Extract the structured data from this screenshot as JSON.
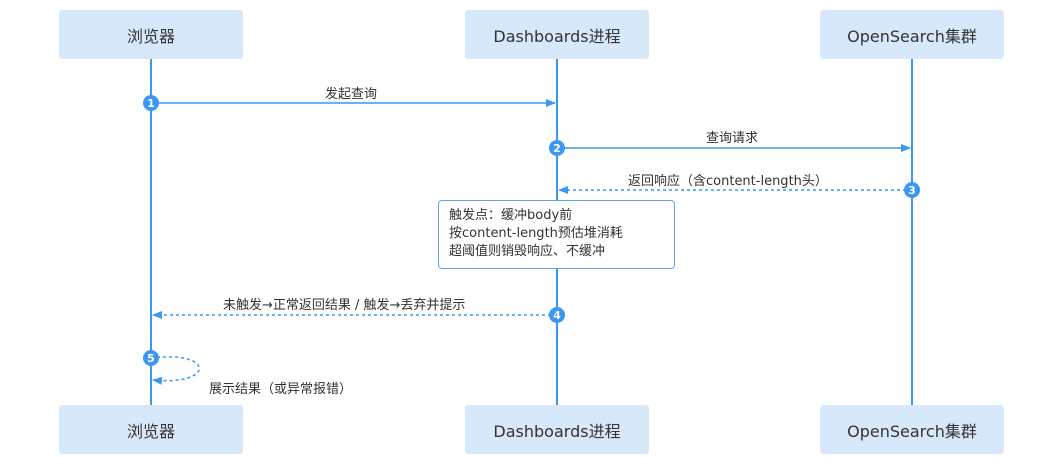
{
  "actors": {
    "browser": "浏览器",
    "dashboards": "Dashboards进程",
    "opensearch": "OpenSearch集群"
  },
  "messages": [
    {
      "step": "1",
      "label": "发起查询"
    },
    {
      "step": "2",
      "label": "查询请求"
    },
    {
      "step": "3",
      "label": "返回响应（含content-length头）"
    },
    {
      "step": "4",
      "label": "未触发→正常返回结果 / 触发→丢弃并提示"
    },
    {
      "step": "5",
      "label": "展示结果（或异常报错）"
    }
  ],
  "note": {
    "lines": [
      "触发点：缓冲body前",
      "按content-length预估堆消耗",
      "超阈值则销毁响应、不缓冲"
    ]
  },
  "colors": {
    "line": "#3b97f2",
    "actor_fill": "#d7e8fa",
    "note_border": "#5ba3f0"
  }
}
